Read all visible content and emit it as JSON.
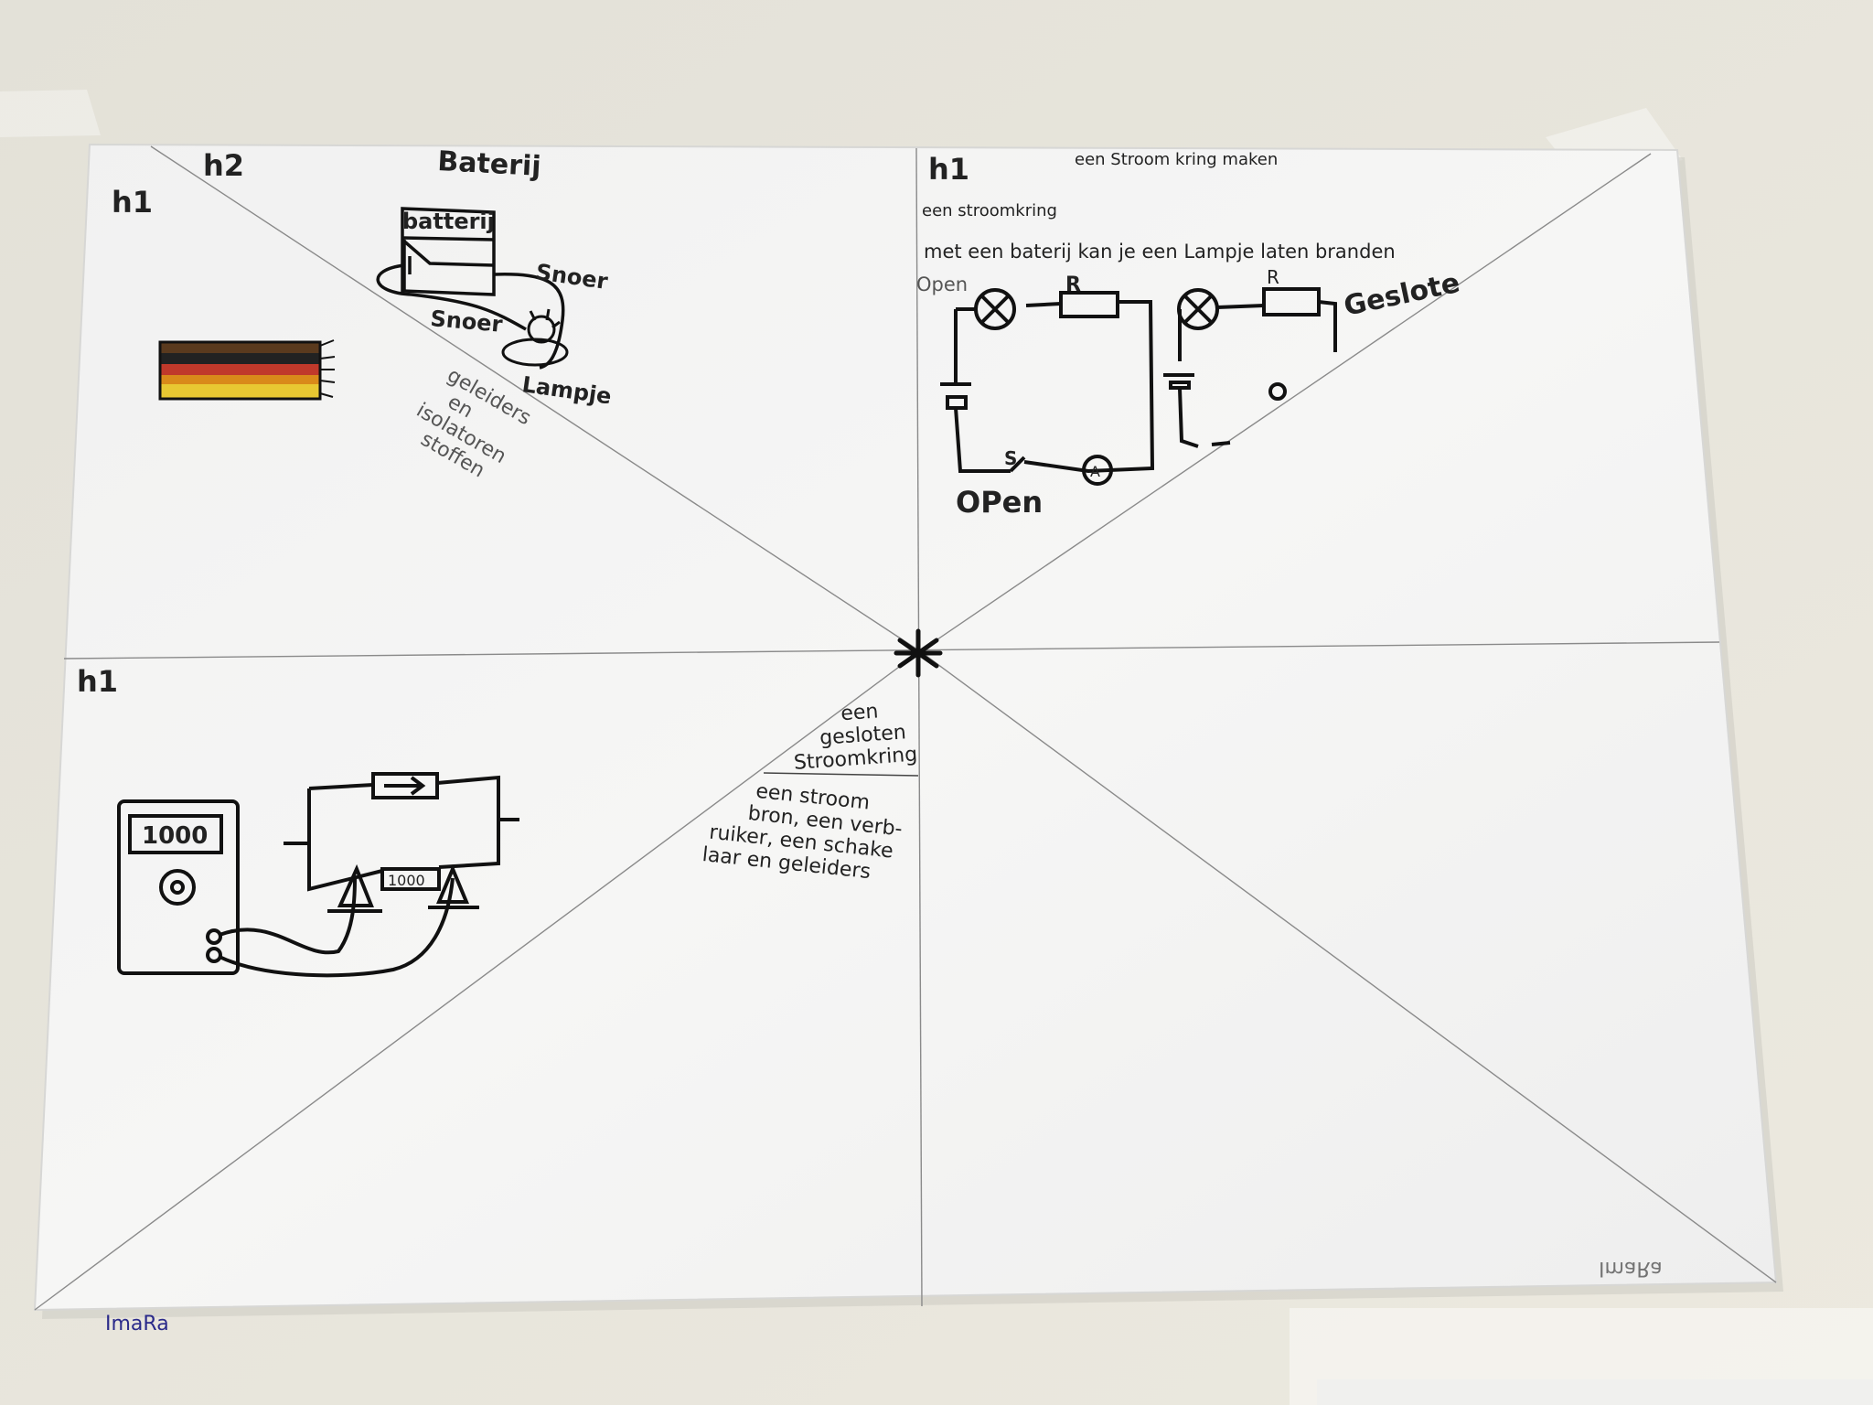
{
  "poster": {
    "q1": {
      "heading_h1": "h1",
      "heading_h2": "h2",
      "title": "Baterij",
      "labels": {
        "battery": "batterij",
        "cord_right": "Snoer",
        "cord_left": "Snoer",
        "lamp": "Lampje"
      },
      "note_lines": [
        "geleiders",
        "en",
        "isolatoren",
        "stoffen"
      ],
      "cable_colors": [
        "#5a3a1e",
        "#222222",
        "#c0392b",
        "#d98a1a",
        "#e8c832"
      ]
    },
    "q2": {
      "heading_h1": "h1",
      "title": "een Stroom kring maken",
      "line1": "een stroomkring",
      "line2": "met een baterij kan je een Lampje laten branden",
      "label_open_top": "Open",
      "label_resistor_1": "R",
      "label_resistor_2": "R",
      "label_switch": "S",
      "label_ammeter": "A",
      "label_open_bottom": "OPen",
      "label_closed": "Geslote"
    },
    "q3": {
      "heading_h1": "h1",
      "meter_display": "1000",
      "small_display": "1000"
    },
    "center_note_1": [
      "een",
      "gesloten",
      "Stroomkring"
    ],
    "center_note_2": [
      "een stroom",
      "bron, een verb-",
      "ruiker, een schake",
      "laar en geleiders"
    ],
    "signature": "ImaRa",
    "bleed_text": "ImaRa"
  }
}
